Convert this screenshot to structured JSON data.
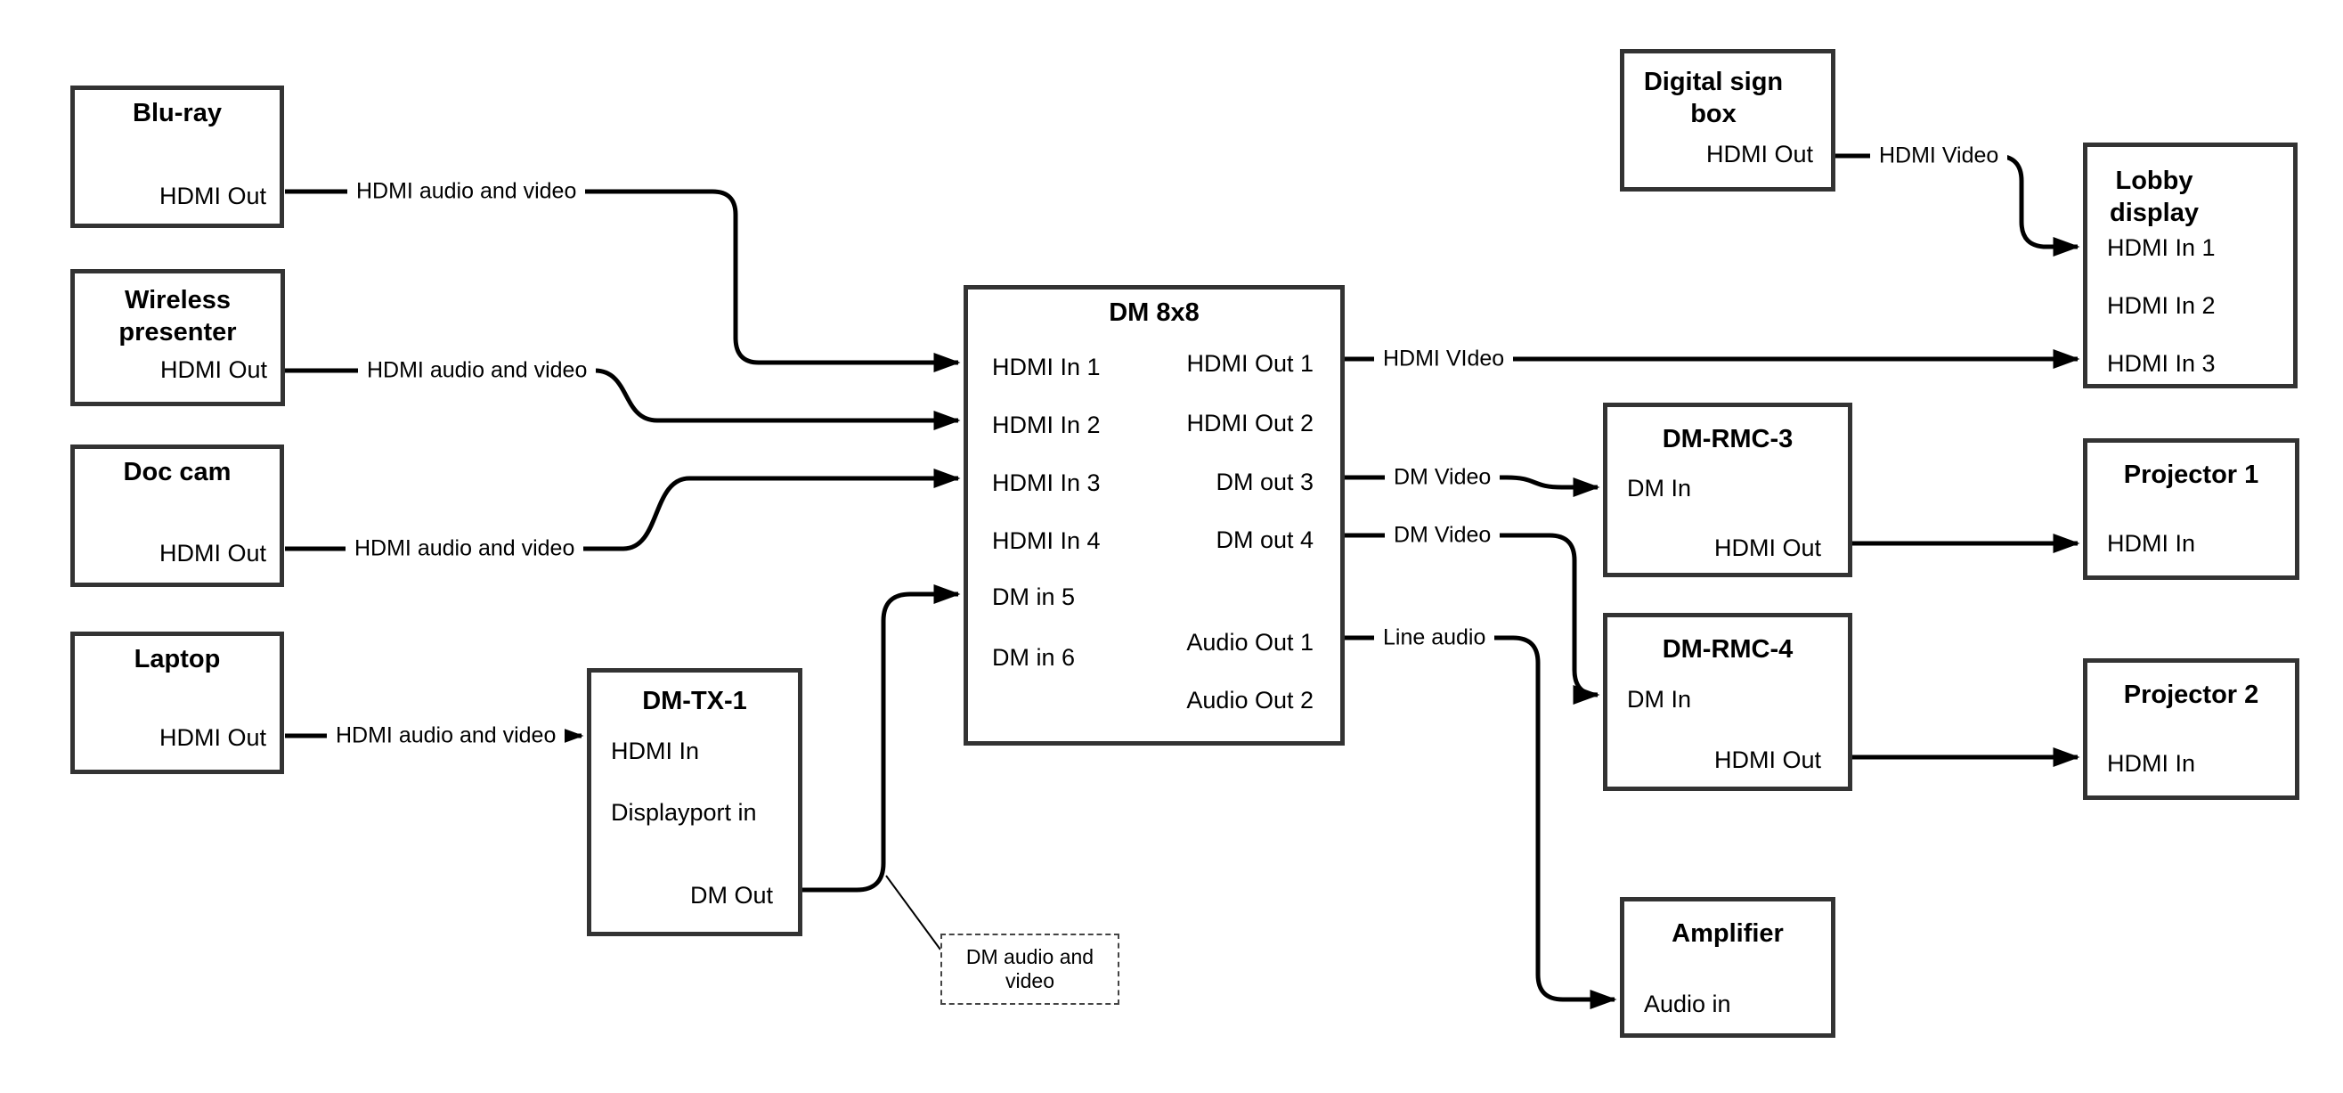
{
  "diagram": {
    "nodes": {
      "bluray": {
        "title": "Blu-ray",
        "ports": {
          "hdmi_out": "HDMI Out"
        }
      },
      "wireless": {
        "title": "Wireless presenter",
        "ports": {
          "hdmi_out": "HDMI Out"
        }
      },
      "doccam": {
        "title": "Doc cam",
        "ports": {
          "hdmi_out": "HDMI Out"
        }
      },
      "laptop": {
        "title": "Laptop",
        "ports": {
          "hdmi_out": "HDMI Out"
        }
      },
      "dmtx1": {
        "title": "DM-TX-1",
        "ports": {
          "hdmi_in": "HDMI In",
          "dp_in": "Displayport in",
          "dm_out": "DM Out"
        }
      },
      "dm8x8": {
        "title": "DM 8x8",
        "ports": {
          "in1": "HDMI In 1",
          "in2": "HDMI In 2",
          "in3": "HDMI In 3",
          "in4": "HDMI In 4",
          "in5": "DM in 5",
          "in6": "DM in 6",
          "out1": "HDMI Out 1",
          "out2": "HDMI Out 2",
          "out3": "DM out 3",
          "out4": "DM out 4",
          "aout1": "Audio Out 1",
          "aout2": "Audio Out 2"
        }
      },
      "digital_sign": {
        "title": "Digital sign box",
        "ports": {
          "hdmi_out": "HDMI Out"
        }
      },
      "lobby": {
        "title": "Lobby display",
        "ports": {
          "in1": "HDMI In 1",
          "in2": "HDMI In 2",
          "in3": "HDMI In 3"
        }
      },
      "dmrmc3": {
        "title": "DM-RMC-3",
        "ports": {
          "dm_in": "DM In",
          "hdmi_out": "HDMI Out"
        }
      },
      "proj1": {
        "title": "Projector 1",
        "ports": {
          "hdmi_in": "HDMI In"
        }
      },
      "dmrmc4": {
        "title": "DM-RMC-4",
        "ports": {
          "dm_in": "DM In",
          "hdmi_out": "HDMI Out"
        }
      },
      "proj2": {
        "title": "Projector 2",
        "ports": {
          "hdmi_in": "HDMI In"
        }
      },
      "amplifier": {
        "title": "Amplifier",
        "ports": {
          "audio_in": "Audio in"
        }
      }
    },
    "connection_labels": {
      "bluray_dm8x8": "HDMI audio and video",
      "wireless_dm8x8": "HDMI audio and video",
      "doccam_dm8x8": "HDMI audio and video",
      "laptop_dmtx1": "HDMI audio and video",
      "hdmiout1_lobby": "HDMI VIdeo",
      "dmout3_dmrmc3": "DM Video",
      "dmout4_dmrmc4": "DM Video",
      "audioout1_amp": "Line audio",
      "digitalsign_lobby": "HDMI Video"
    },
    "note_text": "DM audio and video",
    "colors": {
      "background": "#ffffff",
      "box_border": "#333333",
      "line": "#000000",
      "text": "#000000"
    }
  }
}
